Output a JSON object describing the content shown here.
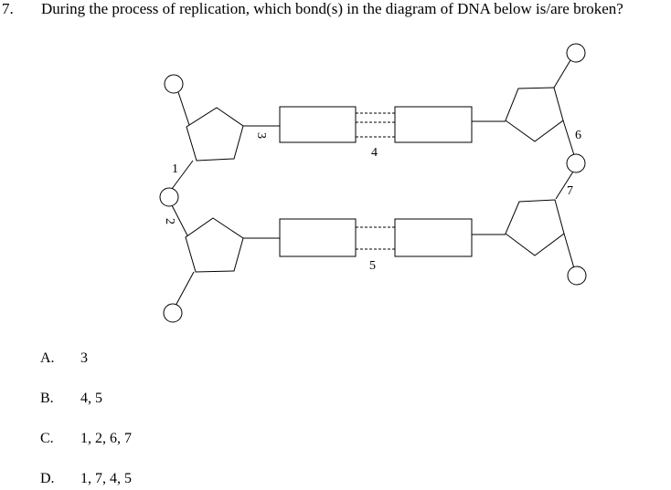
{
  "question": {
    "number": "7.",
    "text": "During the process of replication, which bond(s) in the diagram of DNA below is/are broken?"
  },
  "diagram": {
    "bond_labels": [
      "1",
      "2",
      "3",
      "4",
      "5",
      "6",
      "7"
    ]
  },
  "options": [
    {
      "letter": "A.",
      "value": "3"
    },
    {
      "letter": "B.",
      "value": "4, 5"
    },
    {
      "letter": "C.",
      "value": "1, 2, 6, 7"
    },
    {
      "letter": "D.",
      "value": "1, 7, 4, 5"
    }
  ]
}
